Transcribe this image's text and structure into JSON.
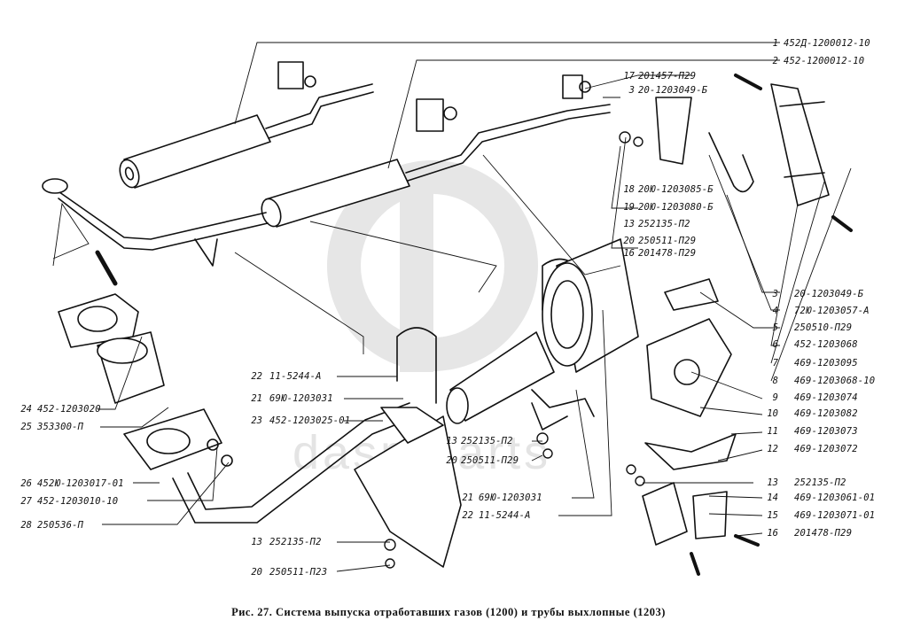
{
  "watermark": "dasp parts",
  "caption": "Рис. 27. Система выпуска отработавших газов (1200) и трубы выхлопные (1203)",
  "labels_right": [
    {
      "n": "1",
      "code": "452Д-1200012-10"
    },
    {
      "n": "2",
      "code": "452-1200012-10"
    },
    {
      "n": "17",
      "code": "201457-П29"
    },
    {
      "n": "3",
      "code": "20-1203049-Б"
    },
    {
      "n": "18",
      "code": "20Ю-1203085-Б"
    },
    {
      "n": "19",
      "code": "20Ю-1203080-Б"
    },
    {
      "n": "13",
      "code": "252135-П2"
    },
    {
      "n": "20",
      "code": "250511-П29"
    },
    {
      "n": "16",
      "code": "201478-П29"
    },
    {
      "n": "3",
      "code": "20-1203049-Б"
    },
    {
      "n": "4",
      "code": "72Ю-1203057-А"
    },
    {
      "n": "5",
      "code": "250510-П29"
    },
    {
      "n": "6",
      "code": "452-1203068"
    },
    {
      "n": "7",
      "code": "469-1203095"
    },
    {
      "n": "8",
      "code": "469-1203068-10"
    },
    {
      "n": "9",
      "code": "469-1203074"
    },
    {
      "n": "10",
      "code": "469-1203082"
    },
    {
      "n": "11",
      "code": "469-1203073"
    },
    {
      "n": "12",
      "code": "469-1203072"
    },
    {
      "n": "13",
      "code": "252135-П2"
    },
    {
      "n": "14",
      "code": "469-1203061-01"
    },
    {
      "n": "15",
      "code": "469-1203071-01"
    },
    {
      "n": "16",
      "code": "201478-П29"
    }
  ],
  "labels_center": [
    {
      "n": "22",
      "code": "11-5244-А"
    },
    {
      "n": "21",
      "code": "69Ю-1203031"
    },
    {
      "n": "23",
      "code": "452-1203025-01"
    },
    {
      "n": "13",
      "code": "252135-П2"
    },
    {
      "n": "20",
      "code": "250511-П29"
    },
    {
      "n": "21",
      "code": "69Ю-1203031"
    },
    {
      "n": "22",
      "code": "11-5244-А"
    },
    {
      "n": "13",
      "code": "252135-П2"
    },
    {
      "n": "20",
      "code": "250511-П23"
    }
  ],
  "labels_left": [
    {
      "n": "24",
      "code": "452-1203020"
    },
    {
      "n": "25",
      "code": "353300-П"
    },
    {
      "n": "26",
      "code": "452Ю-1203017-01"
    },
    {
      "n": "27",
      "code": "452-1203010-10"
    },
    {
      "n": "28",
      "code": "250536-П"
    }
  ]
}
